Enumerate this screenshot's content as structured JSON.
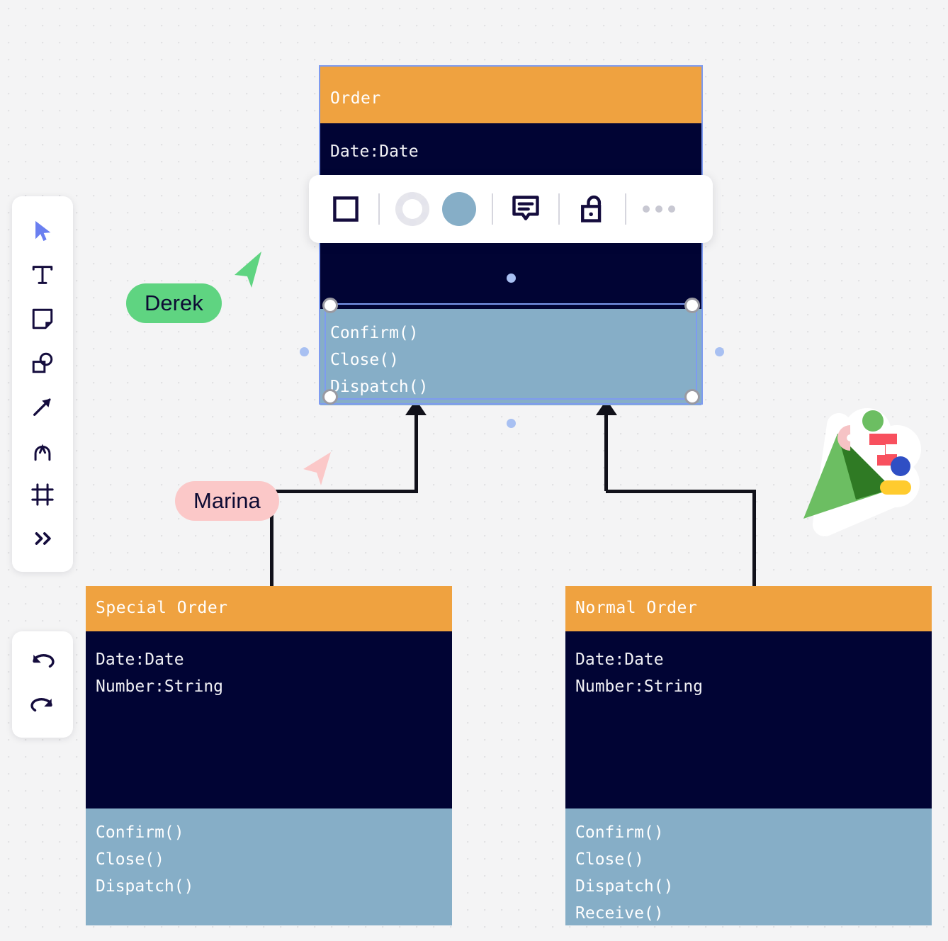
{
  "app": {
    "canvas_background": "#f4f4f5",
    "accent_selection": "#7e9bf0"
  },
  "palette": {
    "header_orange": "#efa240",
    "attributes_navy": "#010434",
    "methods_blue": "#86aec7",
    "derek_green": "#5fd481",
    "marina_pink": "#fbc8c8",
    "connector_black": "#11111a"
  },
  "left_toolbar": {
    "tools": [
      {
        "name": "select-tool",
        "icon": "cursor-arrow-icon"
      },
      {
        "name": "text-tool",
        "icon": "text-icon"
      },
      {
        "name": "sticky-note-tool",
        "icon": "sticky-note-icon"
      },
      {
        "name": "shapes-tool",
        "icon": "shapes-icon"
      },
      {
        "name": "connector-tool",
        "icon": "arrow-icon"
      },
      {
        "name": "pen-tool",
        "icon": "pen-icon"
      },
      {
        "name": "frame-tool",
        "icon": "frame-icon"
      },
      {
        "name": "more-tools",
        "icon": "chevrons-right-icon"
      }
    ],
    "history": [
      {
        "name": "undo-button",
        "icon": "undo-icon"
      },
      {
        "name": "redo-button",
        "icon": "redo-icon"
      }
    ]
  },
  "context_toolbar": {
    "items": [
      {
        "name": "shape-style-button",
        "icon": "square-outline-icon"
      },
      {
        "name": "border-style-button",
        "icon": "dashed-circle-icon"
      },
      {
        "name": "fill-color-button",
        "icon": "filled-circle-icon",
        "color": "#86aec7"
      },
      {
        "name": "comment-button",
        "icon": "comment-icon"
      },
      {
        "name": "lock-button",
        "icon": "unlocked-padlock-icon"
      },
      {
        "name": "more-options-button",
        "icon": "ellipsis-icon"
      }
    ]
  },
  "diagram": {
    "type": "uml-class-diagram",
    "classes": [
      {
        "id": "order",
        "title": "Order",
        "attributes": [
          "Date:Date"
        ],
        "methods": [
          "Confirm()",
          "Close()",
          "Dispatch()"
        ],
        "selected": true
      },
      {
        "id": "special-order",
        "title": "Special Order",
        "attributes": [
          "Date:Date",
          "Number:String"
        ],
        "methods": [
          "Confirm()",
          "Close()",
          "Dispatch()"
        ],
        "selected": false
      },
      {
        "id": "normal-order",
        "title": "Normal Order",
        "attributes": [
          "Date:Date",
          "Number:String"
        ],
        "methods": [
          "Confirm()",
          "Close()",
          "Dispatch()",
          "Receive()"
        ],
        "selected": false
      }
    ],
    "relations": [
      {
        "from": "special-order",
        "to": "order",
        "kind": "generalization"
      },
      {
        "from": "normal-order",
        "to": "order",
        "kind": "generalization"
      }
    ]
  },
  "collaborators": [
    {
      "name": "Derek",
      "color": "#5fd481"
    },
    {
      "name": "Marina",
      "color": "#fbc8c8"
    }
  ],
  "sticker": {
    "name": "party-popper-sticker"
  }
}
